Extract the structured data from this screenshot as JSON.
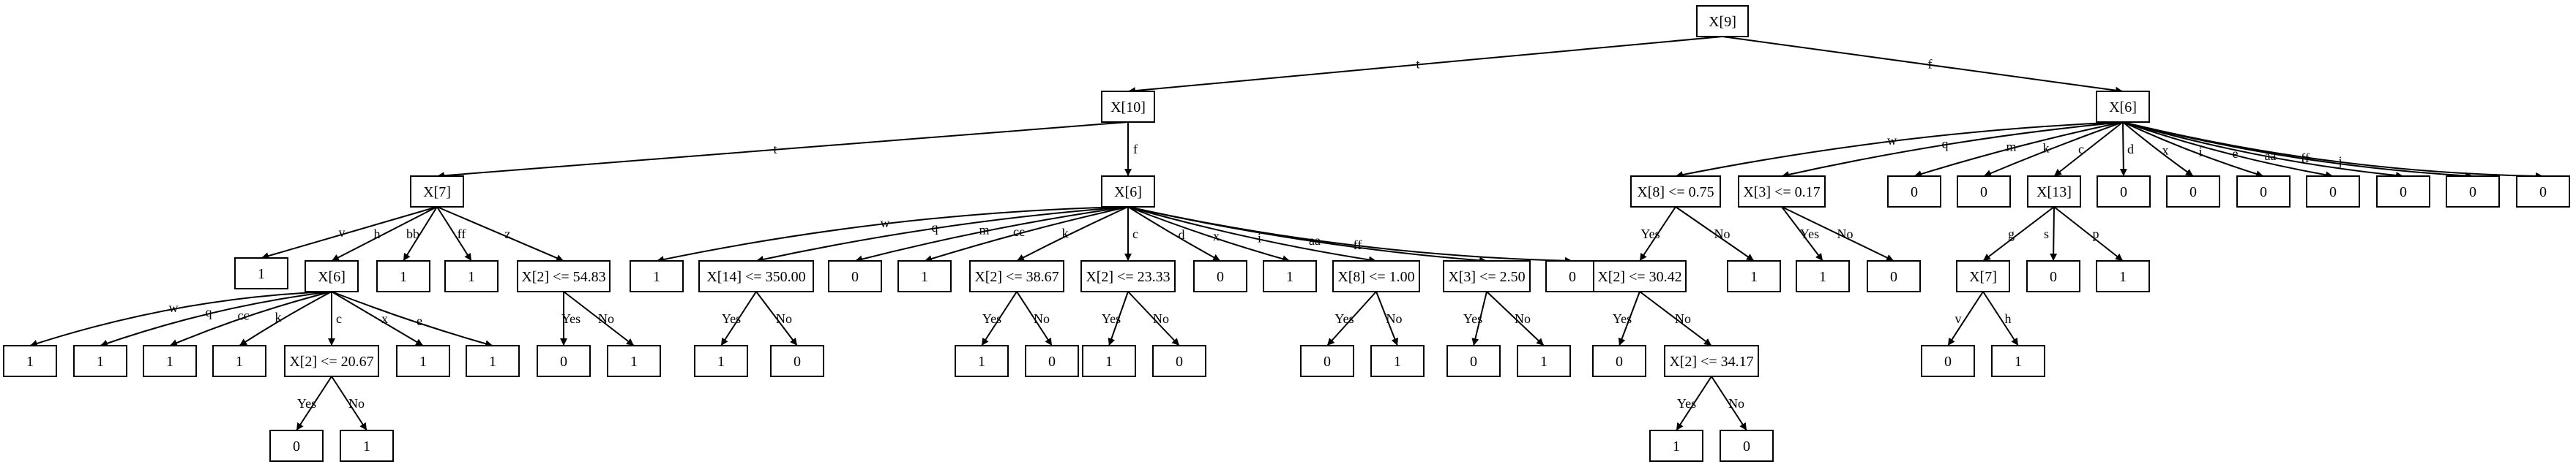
{
  "nodes": {
    "root": "X[9]",
    "n10": "X[10]",
    "n6r": "X[6]",
    "n7": "X[7]",
    "n6m": "X[6]",
    "a1": "1",
    "n6a": "X[6]",
    "a3": "1",
    "a4": "1",
    "s54": "X[2] <= 54.83",
    "b1": "1",
    "b2": "1",
    "b3": "1",
    "b4": "1",
    "s2067": "X[2] <= 20.67",
    "b6": "1",
    "b7": "1",
    "c0": "0",
    "c1": "1",
    "d0": "0",
    "d1": "1",
    "m1": "1",
    "s350": "X[14] <= 350.00",
    "m3": "0",
    "m4": "1",
    "s3867": "X[2] <= 38.67",
    "s2333": "X[2] <= 23.33",
    "m7": "0",
    "m8": "1",
    "s100": "X[8] <= 1.00",
    "s250": "X[3] <= 2.50",
    "m11": "0",
    "e1": "1",
    "e2": "0",
    "e3": "1",
    "e4": "0",
    "e5": "1",
    "e6": "0",
    "e7": "0",
    "e8": "1",
    "e9": "0",
    "e10": "1",
    "s075": "X[8] <= 0.75",
    "s017": "X[3] <= 0.17",
    "r3": "0",
    "r4": "0",
    "n13": "X[13]",
    "r6": "0",
    "r7": "0",
    "r8": "0",
    "r9": "0",
    "r10": "0",
    "r11": "0",
    "r12": "0",
    "s3042": "X[2] <= 30.42",
    "f1": "1",
    "f2": "1",
    "f3": "0",
    "n7b": "X[7]",
    "g0": "0",
    "g1": "1",
    "h0": "0",
    "s3417": "X[2] <= 34.17",
    "i0": "0",
    "i1": "1",
    "j1": "1",
    "j0": "0"
  },
  "edges": {
    "root_n10": "t",
    "root_n6r": "f",
    "n10_n7": "t",
    "n10_n6m": "f",
    "n7_a1": "v",
    "n7_n6a": "h",
    "n7_a3": "bb",
    "n7_a4": "ff",
    "n7_s54": "z",
    "n6a_b1": "w",
    "n6a_b2": "q",
    "n6a_b3": "cc",
    "n6a_b4": "k",
    "n6a_s2067": "c",
    "n6a_b6": "x",
    "n6a_b7": "e",
    "s2067_c0": "Yes",
    "s2067_c1": "No",
    "s54_d0": "Yes",
    "s54_d1": "No",
    "n6m_m1": "w",
    "n6m_s350": "q",
    "n6m_m3": "m",
    "n6m_m4": "cc",
    "n6m_s3867": "k",
    "n6m_s2333": "c",
    "n6m_m7": "d",
    "n6m_m8": "x",
    "n6m_s100": "i",
    "n6m_s250": "aa",
    "n6m_m11": "ff",
    "s350_e1": "Yes",
    "s350_e2": "No",
    "s3867_e3": "Yes",
    "s3867_e4": "No",
    "s2333_e5": "Yes",
    "s2333_e6": "No",
    "s100_e7": "Yes",
    "s100_e8": "No",
    "s250_e9": "Yes",
    "s250_e10": "No",
    "n6r_s075": "w",
    "n6r_s017": "q",
    "n6r_r3": "m",
    "n6r_r4": "k",
    "n6r_n13": "c",
    "n6r_r6": "d",
    "n6r_r7": "x",
    "n6r_r8": "i",
    "n6r_r9": "e",
    "n6r_r10": "aa",
    "n6r_r11": "ff",
    "n6r_r12": "j",
    "s075_s3042": "Yes",
    "s075_f1": "No",
    "s017_f2": "Yes",
    "s017_f3": "No",
    "n13_n7b": "g",
    "n13_g0": "s",
    "n13_g1": "p",
    "n7b_h0": "v",
    "n7b_h1": "h",
    "s3042_i0": "Yes",
    "s3042_s3417": "No",
    "s3417_j1": "Yes",
    "s3417_j0": "No"
  },
  "extra": {
    "h1": "1"
  }
}
